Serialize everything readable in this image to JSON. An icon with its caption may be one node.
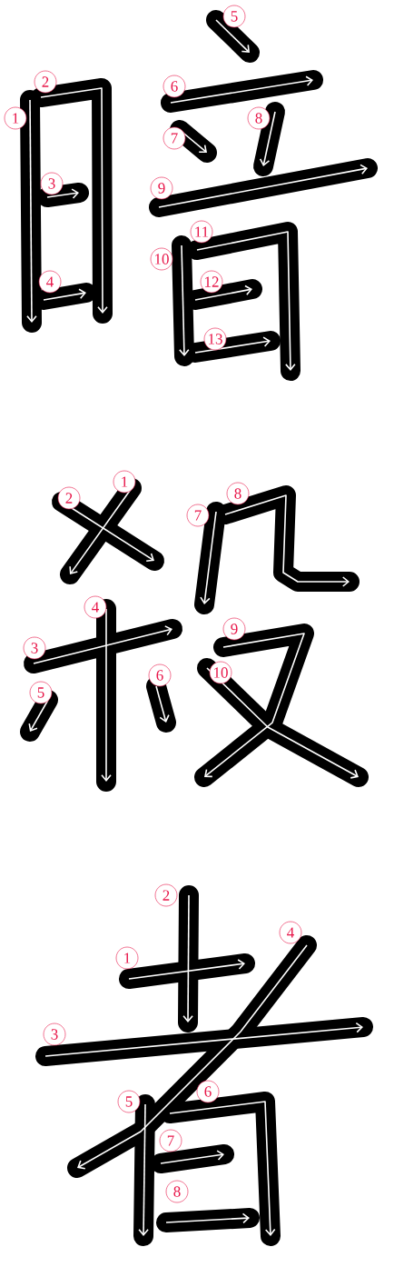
{
  "diagram": {
    "labels": [
      "1",
      "2",
      "3",
      "4",
      "5",
      "6",
      "7",
      "8",
      "9",
      "10",
      "11",
      "12",
      "13",
      "1",
      "2",
      "3",
      "4",
      "5",
      "6",
      "7",
      "8",
      "9",
      "10",
      "1",
      "2",
      "3",
      "4",
      "5",
      "6",
      "7",
      "8"
    ]
  }
}
